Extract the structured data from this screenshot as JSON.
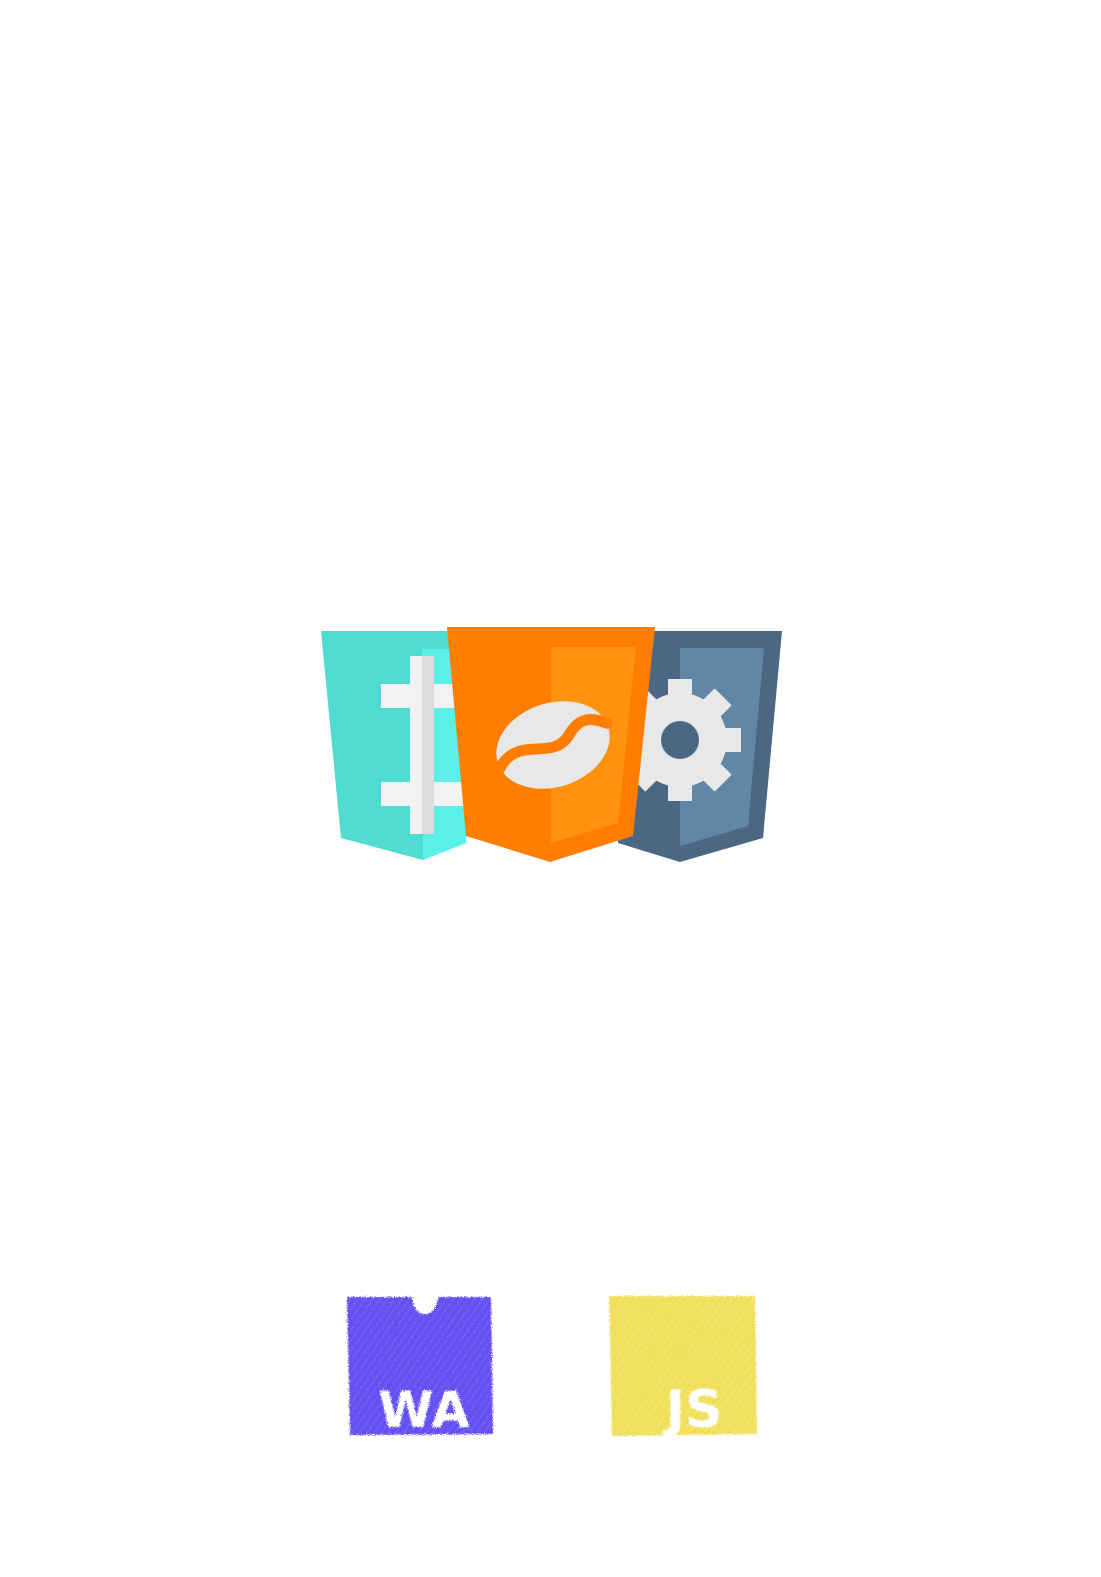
{
  "page": {
    "background": "#ffffff"
  },
  "shield_group": {
    "shields": [
      {
        "name": "teal-shield",
        "icon": "double-dagger-icon",
        "color": "#50dbd3",
        "highlight": "#5cf1e8",
        "glyph": "#f2f2f2"
      },
      {
        "name": "orange-shield",
        "icon": "coffee-bean-icon",
        "color": "#ff7d00",
        "highlight": "#ff9211",
        "glyph": "#e8e8e8"
      },
      {
        "name": "slate-shield",
        "icon": "gear-icon",
        "color": "#4c6784",
        "highlight": "#6287a6",
        "glyph": "#e8e8e8"
      }
    ]
  },
  "badges": [
    {
      "name": "webassembly-badge",
      "icon": "webassembly-icon",
      "label": "WA",
      "color": "#654ff0"
    },
    {
      "name": "javascript-badge",
      "icon": "javascript-icon",
      "label": "JS",
      "color": "#f0df5a"
    }
  ]
}
